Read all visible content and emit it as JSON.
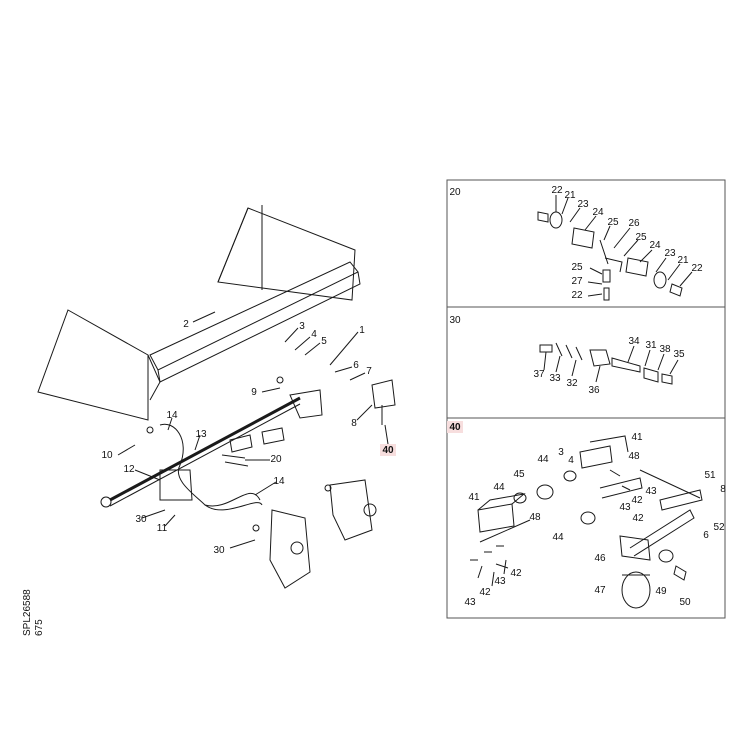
{
  "side_labels": {
    "sheet": "675",
    "ref": "SPL26588"
  },
  "colors": {
    "line": "#1a1a1a",
    "highlight": "#cc0000",
    "highlight_bg": "#f7dede",
    "panel": "#555555"
  },
  "main_callouts": [
    {
      "id": "c2",
      "text": "2"
    },
    {
      "id": "c3",
      "text": "3"
    },
    {
      "id": "c4",
      "text": "4"
    },
    {
      "id": "c5",
      "text": "5"
    },
    {
      "id": "c1",
      "text": "1"
    },
    {
      "id": "c6",
      "text": "6"
    },
    {
      "id": "c7",
      "text": "7"
    },
    {
      "id": "c9",
      "text": "9"
    },
    {
      "id": "c8",
      "text": "8"
    },
    {
      "id": "c40",
      "text": "40",
      "highlight": true
    },
    {
      "id": "c14a",
      "text": "14"
    },
    {
      "id": "c13",
      "text": "13"
    },
    {
      "id": "c10",
      "text": "10"
    },
    {
      "id": "c12",
      "text": "12"
    },
    {
      "id": "c20",
      "text": "20"
    },
    {
      "id": "c14b",
      "text": "14"
    },
    {
      "id": "c30a",
      "text": "30"
    },
    {
      "id": "c11",
      "text": "11"
    },
    {
      "id": "c30b",
      "text": "30"
    }
  ],
  "panels": [
    {
      "id": "p20",
      "label": "20",
      "callouts": [
        "22",
        "21",
        "23",
        "24",
        "25",
        "26",
        "25",
        "24",
        "23",
        "21",
        "22",
        "25",
        "27",
        "22"
      ]
    },
    {
      "id": "p30",
      "label": "30",
      "callouts": [
        "34",
        "31",
        "38",
        "35",
        "37",
        "33",
        "32",
        "36"
      ]
    },
    {
      "id": "p40",
      "label": "40",
      "highlight": true,
      "callouts": [
        "41",
        "3",
        "4",
        "48",
        "44",
        "45",
        "44",
        "41",
        "48",
        "43",
        "42",
        "43",
        "42",
        "51",
        "8",
        "52",
        "6",
        "44",
        "46",
        "49",
        "47",
        "50",
        "43",
        "42",
        "43",
        "42"
      ]
    }
  ]
}
